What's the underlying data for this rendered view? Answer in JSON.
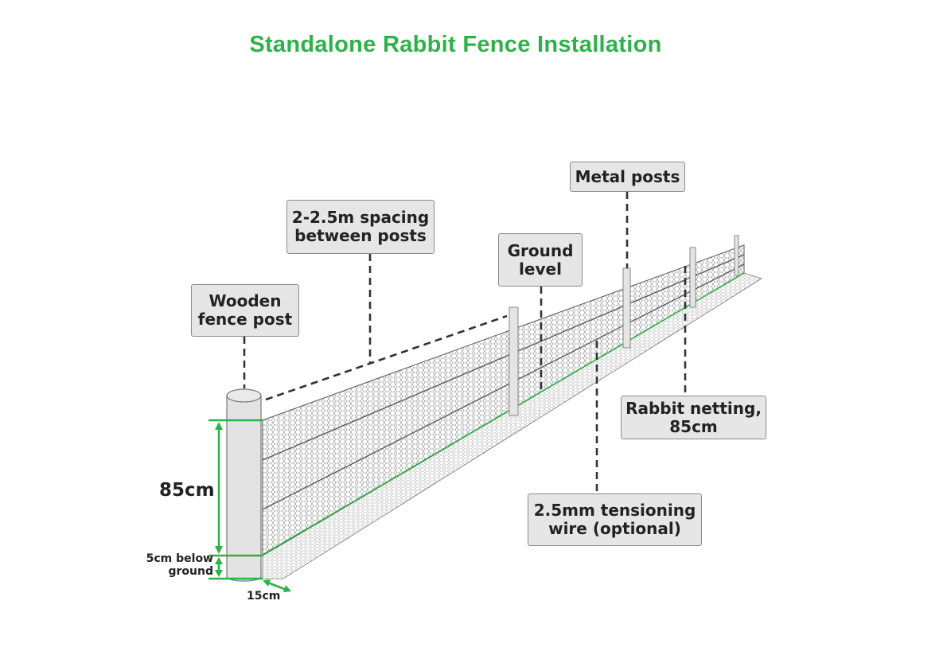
{
  "title": "Standalone Rabbit Fence Installation",
  "labels": {
    "wooden_post": "Wooden\nfence post",
    "spacing": "2-2.5m spacing\nbetween posts",
    "ground_level": "Ground\nlevel",
    "metal_posts": "Metal posts",
    "rabbit_netting": "Rabbit netting,\n85cm",
    "tensioning_wire": "2.5mm tensioning\nwire (optional)"
  },
  "dimensions": {
    "height": "85cm",
    "below_ground": "5cm below\nground",
    "apron": "15cm"
  },
  "colors": {
    "accent": "#2db24a",
    "label_bg": "#e6e6e6",
    "text": "#222222"
  }
}
